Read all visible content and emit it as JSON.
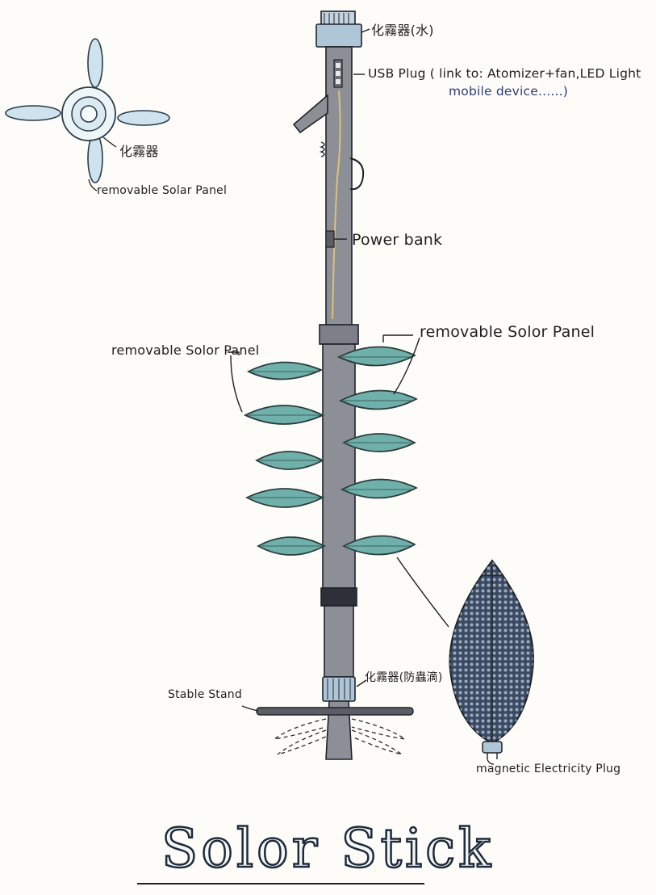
{
  "labels": {
    "atomizer_water": "化霧器(水)",
    "usb_plug_line1": "USB Plug ( link to: Atomizer+fan,LED Light",
    "usb_plug_line2": "mobile device......)",
    "power_bank": "Power bank",
    "removable_solor_panel_right": "removable Solor Panel",
    "removable_solor_panel_left": "removable Solor Panel",
    "atomizer_topview": "化霧器",
    "removable_solar_panel_topview": "removable Solar Panel",
    "stable_stand": "Stable Stand",
    "atomizer_repellent": "化霧器(防蟲滴)",
    "magnetic_plug": "magnetic Electricity Plug",
    "title": "Solor Stick"
  },
  "colors": {
    "leaf_fill": "#6fb0ab",
    "leaf_stroke": "#2a3d3d",
    "stick_fill": "#8d8f96",
    "stick_dark": "#5b5e66",
    "panel_fill": "#3b4a63",
    "panel_dots": "#a8b6c8",
    "ink": "#1e2228"
  },
  "icons": [
    "fan-topview-icon",
    "solar-leaf-icon",
    "stand-icon",
    "usb-port-icon"
  ]
}
